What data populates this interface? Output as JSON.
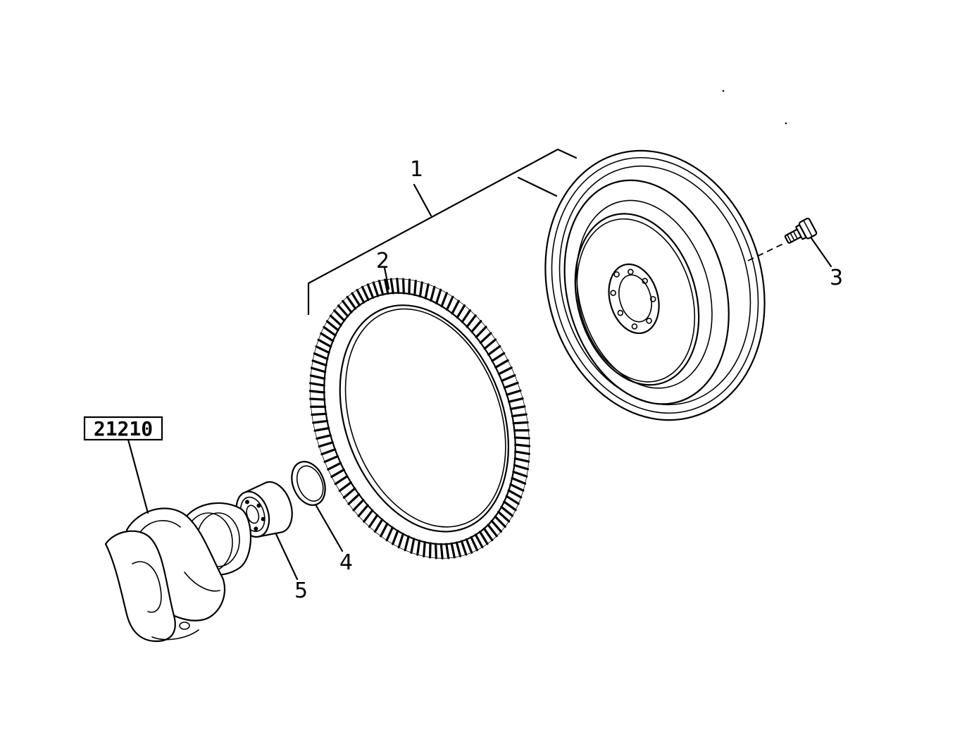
{
  "callouts": {
    "flywheel_assembly": "1",
    "ring_gear": "2",
    "bolt": "3",
    "washer_ring": "4",
    "bearing": "5"
  },
  "reference": {
    "crankshaft_group": "21210"
  },
  "ring_gear_teeth": 110
}
